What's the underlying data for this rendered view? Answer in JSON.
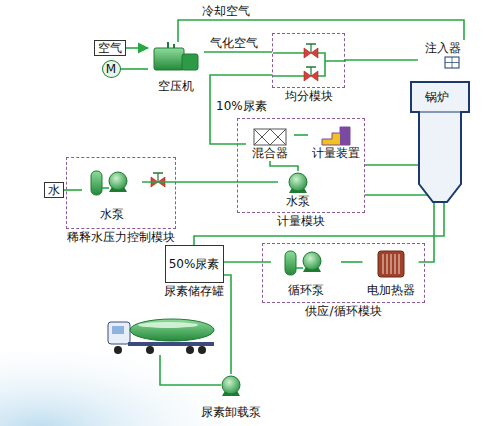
{
  "diagram": {
    "nodes": [
      {
        "text": [
          "空气"
        ]
      },
      {
        "text": [
          "M"
        ]
      },
      {
        "text": [
          "空压机"
        ]
      },
      {
        "text": [
          "均分模块"
        ]
      },
      {
        "text": [
          "注入器"
        ]
      },
      {
        "text": [
          "锅炉"
        ]
      },
      {
        "text": [
          "计量模块"
        ]
      },
      {
        "text": [
          "混合器"
        ],
        "in": 6
      },
      {
        "text": [
          "计量装置"
        ],
        "in": 6
      },
      {
        "text": [
          "水泵"
        ],
        "in": 6
      },
      {
        "text": [
          "水"
        ]
      },
      {
        "text": [
          "稀释水压力控制模块"
        ]
      },
      {
        "text": [
          "水泵"
        ],
        "in": 11
      },
      {
        "text": [
          "50%尿素",
          "尿素储存罐"
        ]
      },
      {
        "text": [
          "供应/循环模块"
        ]
      },
      {
        "text": [
          "循环泵"
        ],
        "in": 14
      },
      {
        "text": [
          "电加热器"
        ],
        "in": 14
      },
      {
        "text": [
          "尿素卸载泵"
        ]
      }
    ],
    "edges": [
      {
        "from": 0,
        "to": 2,
        "arrow": "to"
      },
      {
        "from": 1,
        "to": 2,
        "arrow": "none"
      },
      {
        "from": 2,
        "to": 4,
        "label": "冷却空气",
        "arrow": "none"
      },
      {
        "from": 2,
        "to": 3,
        "label": "气化空气",
        "arrow": "none"
      },
      {
        "from": 3,
        "to": 4,
        "arrow": "none"
      },
      {
        "from": 7,
        "to": 3,
        "label": "10%尿素",
        "arrow": "none"
      },
      {
        "from": 8,
        "to": 7,
        "arrow": "none"
      },
      {
        "from": 9,
        "to": 7,
        "arrow": "none"
      },
      {
        "from": 10,
        "to": 12,
        "arrow": "none"
      },
      {
        "from": 12,
        "to": 9,
        "arrow": "none"
      },
      {
        "from": 13,
        "to": 15,
        "arrow": "none"
      },
      {
        "from": 15,
        "to": 16,
        "arrow": "none"
      },
      {
        "from": 16,
        "to": 6,
        "arrow": "none"
      },
      {
        "from": 6,
        "to": 13,
        "arrow": "none"
      },
      {
        "from": 17,
        "to": 13,
        "arrow": "none"
      }
    ]
  }
}
